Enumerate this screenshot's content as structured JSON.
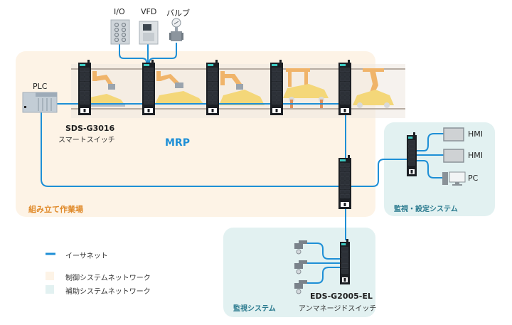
{
  "devices": {
    "io_label": "I/O",
    "vfd_label": "VFD",
    "valve_label": "バルブ",
    "plc_label": "PLC",
    "hmi1_label": "HMI",
    "hmi2_label": "HMI",
    "pc_label": "PC"
  },
  "switches": {
    "sds_model": "SDS-G3016",
    "sds_type": "スマートスイッチ",
    "eds_model": "EDS-G2005-EL",
    "eds_type": "アンマネージドスイッチ"
  },
  "zones": {
    "assembly": "組み立て作業場",
    "monitor_config": "監視・設定システム",
    "surveillance": "監視システム",
    "ring_protocol": "MRP"
  },
  "legend": {
    "ethernet": "イーサネット",
    "control_network": "制御システムネットワーク",
    "auxiliary_network": "補助システムネットワーク"
  },
  "colors": {
    "ethernet": "#1e8fd6",
    "control_network": "#fdf3e6",
    "auxiliary_network": "#e2f1f1",
    "switch_body": "#1c1f24",
    "switch_accent": "#3cc8c0",
    "assembly_label": "#e08a2a"
  }
}
